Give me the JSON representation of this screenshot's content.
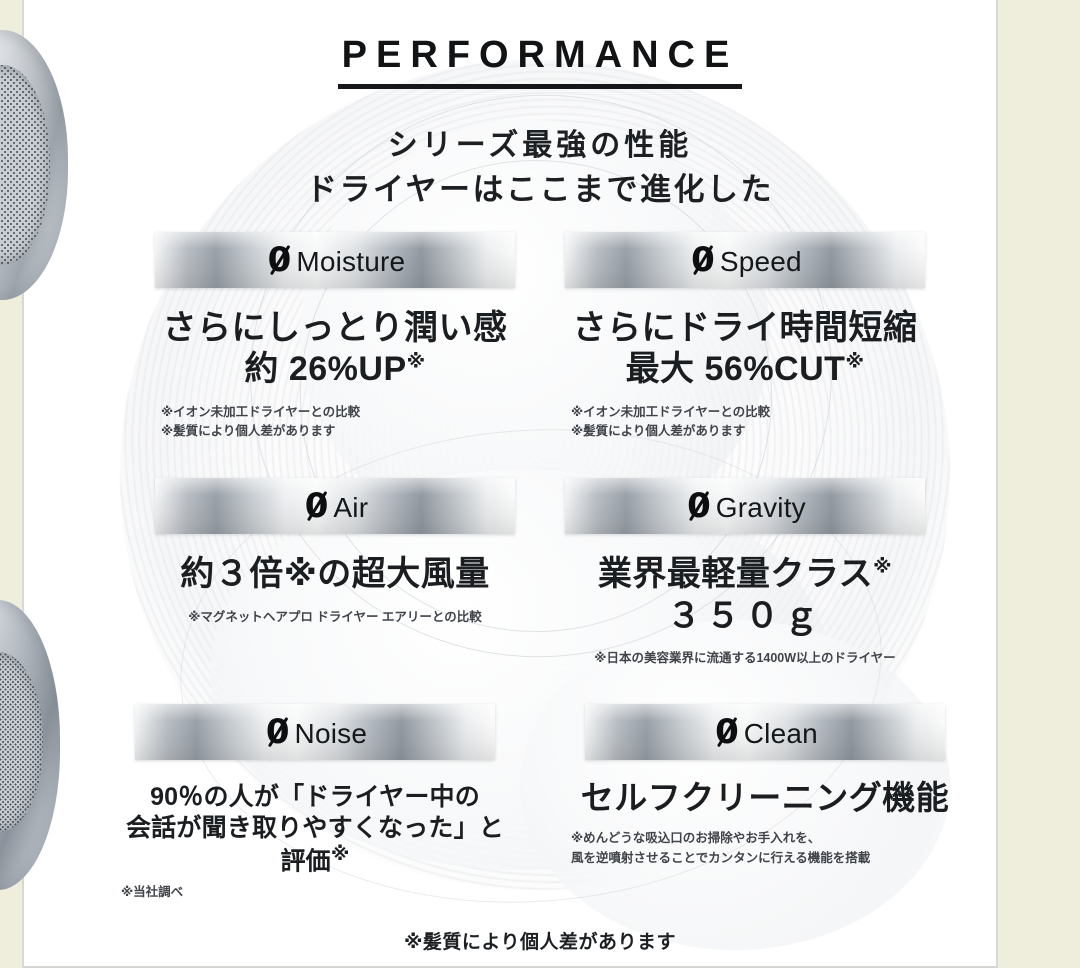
{
  "title": "PERFORMANCE",
  "lead": {
    "line1": "シリーズ最強の性能",
    "line2": "ドライヤーはここまで進化した"
  },
  "zero_glyph": "0",
  "features": [
    {
      "badge_label": "Moisture",
      "headline_1": "さらにしっとり潤い感",
      "headline_2": "約 26%UP",
      "headline_2_sup": "※",
      "note_1": "※イオン未加工ドライヤーとの比較",
      "note_2": "※髪質により個人差があります"
    },
    {
      "badge_label": "Speed",
      "headline_1": "さらにドライ時間短縮",
      "headline_2": "最大 56%CUT",
      "headline_2_sup": "※",
      "note_1": "※イオン未加工ドライヤーとの比較",
      "note_2": "※髪質により個人差があります"
    },
    {
      "badge_label": "Air",
      "headline_1": "約３倍※の超大風量",
      "note_1": "※マグネットヘアプロ ドライヤー エアリーとの比較"
    },
    {
      "badge_label": "Gravity",
      "headline_1": "業界最軽量クラス",
      "headline_1_sup": "※",
      "headline_2": "３５０ｇ",
      "note_1": "※日本の美容業界に流通する1400W以上のドライヤー"
    },
    {
      "badge_label": "Noise",
      "headline_1": "90％の人が「ドライヤー中の",
      "headline_2": "会話が聞き取りやすくなった」と評価",
      "headline_2_sup": "※",
      "note_1": "※当社調べ"
    },
    {
      "badge_label": "Clean",
      "headline_1": "セルフクリーニング機能",
      "note_1": "※めんどうな吸込口のお掃除やお手入れを、",
      "note_2": "風を逆噴射させることでカンタンに行える機能を搭載"
    }
  ],
  "footer_note": "※髪質により個人差があります",
  "colors": {
    "text": "#1b1e21",
    "note": "#40444a",
    "edge_strip": "#efeddc",
    "banner_light": "#f8f9f9",
    "banner_dark": "#939aa2"
  }
}
